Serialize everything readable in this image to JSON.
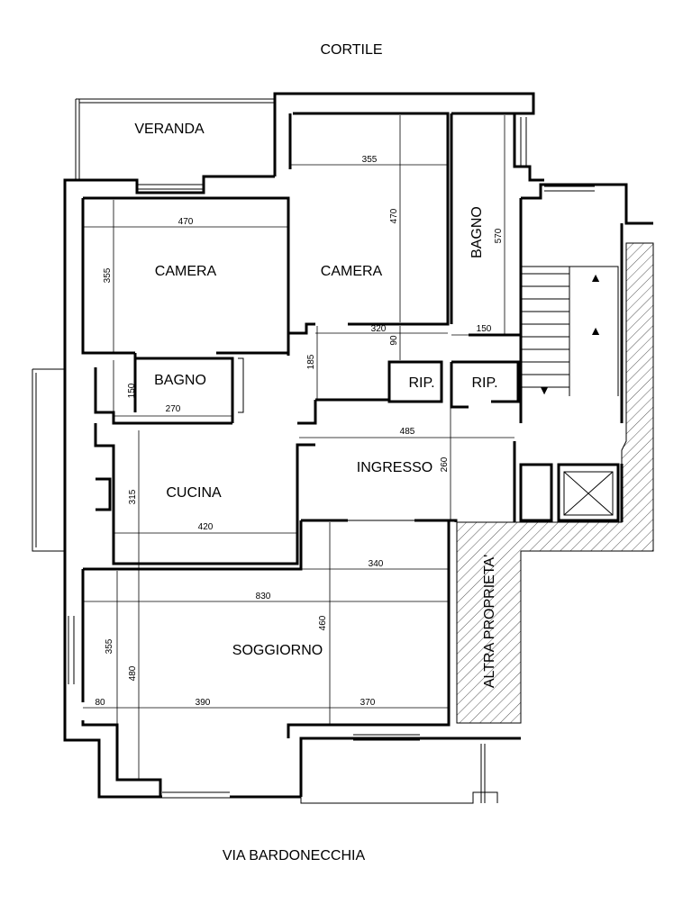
{
  "labels": {
    "north": "CORTILE",
    "south": "VIA BARDONECCHIA",
    "neighbour": "ALTRA PROPRIETA'"
  },
  "rooms": {
    "veranda": "VERANDA",
    "camera_left": "CAMERA",
    "camera_center": "CAMERA",
    "bagno_right": "BAGNO",
    "bagno_left": "BAGNO",
    "rip_1": "RIP.",
    "rip_2": "RIP.",
    "ingresso": "INGRESSO",
    "cucina": "CUCINA",
    "soggiorno": "SOGGIORNO"
  },
  "dimensions": {
    "camera_left_w": "470",
    "camera_left_h": "355",
    "camera_center_w": "355",
    "camera_center_h": "470",
    "bagno_right_h": "570",
    "corridor_320": "320",
    "corridor_90": "90",
    "corridor_150": "150",
    "corridor_185": "185",
    "bagno_left_h": "150",
    "bagno_left_w": "270",
    "ingresso_w": "485",
    "ingresso_h": "260",
    "cucina_h": "315",
    "cucina_w": "420",
    "soggiorno_340": "340",
    "soggiorno_830": "830",
    "soggiorno_355": "355",
    "soggiorno_480": "480",
    "soggiorno_460": "460",
    "soggiorno_80": "80",
    "soggiorno_390": "390",
    "soggiorno_370": "370"
  }
}
